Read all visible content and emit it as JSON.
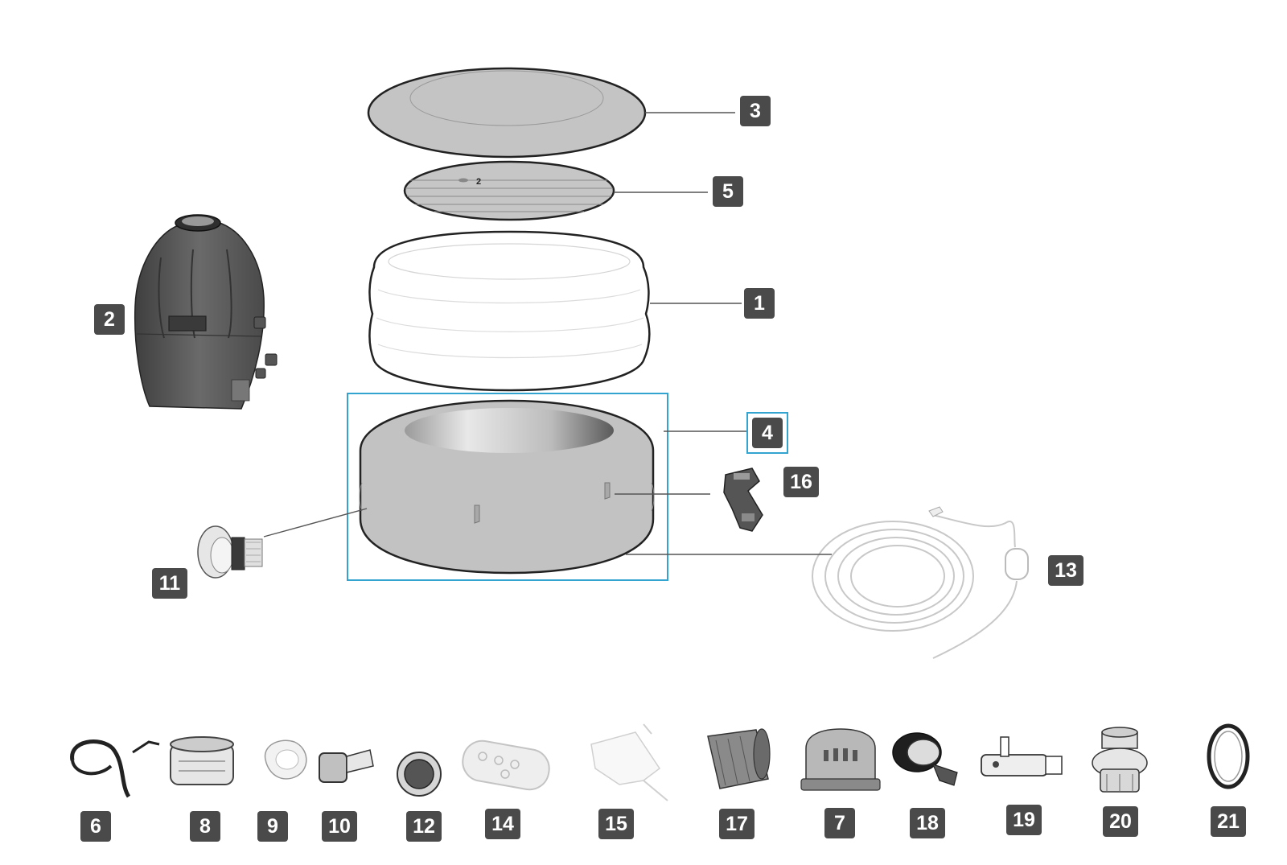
{
  "diagram": {
    "selected_part": "4",
    "colors": {
      "badge": "#4a4a4a",
      "badge_text": "#ffffff",
      "highlight": "#33a4cf",
      "part_fill": "#c2c2c2",
      "part_dark": "#505050"
    },
    "callouts": {
      "1": "1",
      "2": "2",
      "3": "3",
      "4": "4",
      "5": "5",
      "6": "6",
      "7": "7",
      "8": "8",
      "9": "9",
      "10": "10",
      "11": "11",
      "12": "12",
      "13": "13",
      "14": "14",
      "15": "15",
      "16": "16",
      "17": "17",
      "18": "18",
      "19": "19",
      "20": "20",
      "21": "21"
    },
    "floor_mark": "2"
  }
}
